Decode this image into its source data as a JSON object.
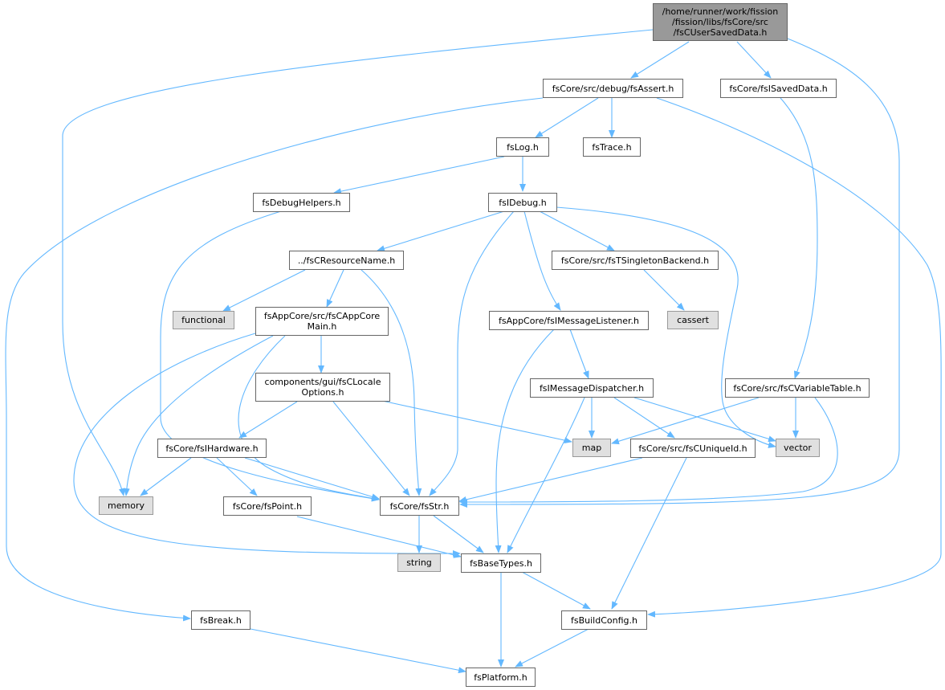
{
  "diagram": {
    "edge_color": "#63b8ff",
    "root_fill": "#999999",
    "system_fill": "#e0e0e0",
    "nodes": {
      "root": "/home/runner/work/fission\n/fission/libs/fsCore/src\n/fsCUserSavedData.h",
      "fsassert": "fsCore/src/debug/fsAssert.h",
      "isaveddata": "fsCore/fsISavedData.h",
      "fslog": "fsLog.h",
      "fstrace": "fsTrace.h",
      "debughelpers": "fsDebugHelpers.h",
      "fsidebug": "fsIDebug.h",
      "resourcename": "../fsCResourceName.h",
      "singleton": "fsCore/src/fsTSingletonBackend.h",
      "functional": "functional",
      "appcoremain": "fsAppCore/src/fsCAppCore\nMain.h",
      "msglistener": "fsAppCore/fsIMessageListener.h",
      "cassert": "cassert",
      "localeoptions": "components/gui/fsCLocale\nOptions.h",
      "msgdispatcher": "fsIMessageDispatcher.h",
      "variabletable": "fsCore/src/fsCVariableTable.h",
      "ihardware": "fsCore/fsIHardware.h",
      "map": "map",
      "uniqueid": "fsCore/src/fsCUniqueId.h",
      "vector": "vector",
      "memory": "memory",
      "fspoint": "fsCore/fsPoint.h",
      "fsstr": "fsCore/fsStr.h",
      "string": "string",
      "basetypes": "fsBaseTypes.h",
      "fsbreak": "fsBreak.h",
      "buildconfig": "fsBuildConfig.h",
      "platform": "fsPlatform.h"
    }
  }
}
